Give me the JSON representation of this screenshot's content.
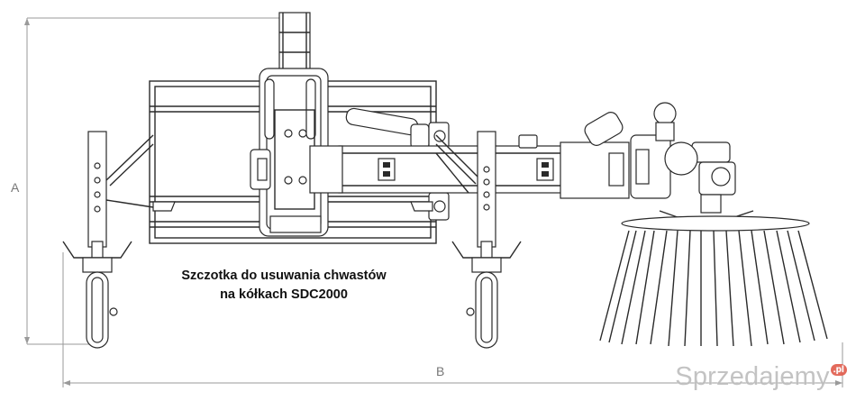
{
  "caption": {
    "line1": "Szczotka do usuwania chwastów",
    "line2": "na kółkach SDC2000"
  },
  "dimensions": {
    "a_label": "A",
    "b_label": "B"
  },
  "watermark": {
    "text": "Sprzedajemy",
    "suffix": ".pl"
  },
  "colors": {
    "line": "#2a2a2a",
    "dimension": "#9a9a9a",
    "watermark": "#bdbdbd",
    "watermark_badge": "#e05a4a"
  }
}
